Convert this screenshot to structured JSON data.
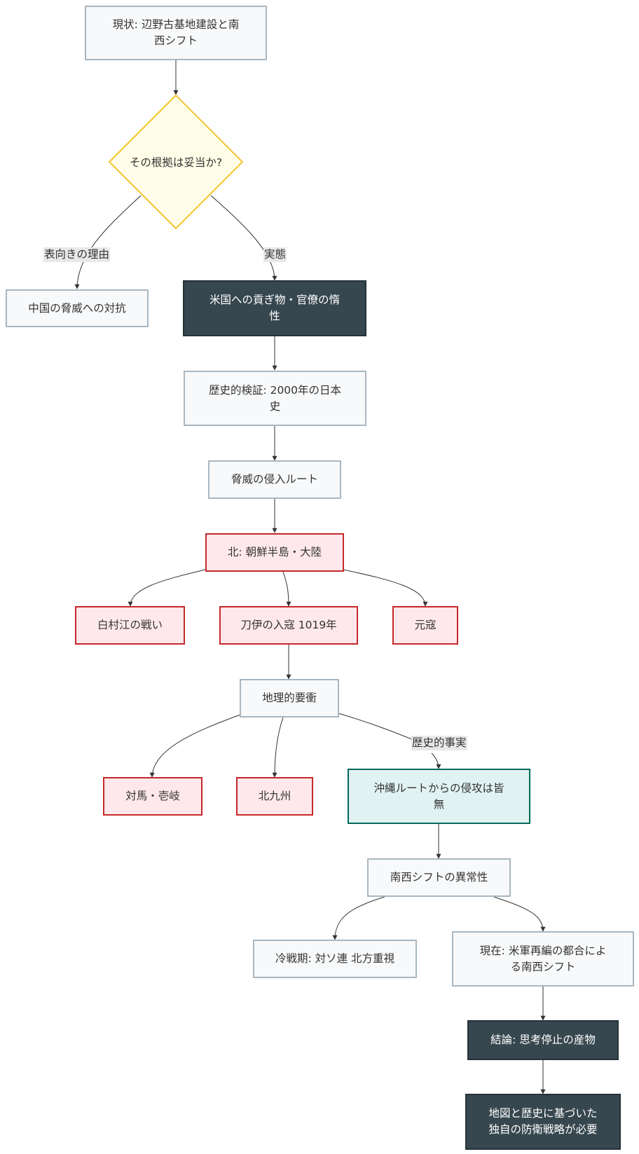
{
  "diagram": {
    "type": "flowchart",
    "colors": {
      "default_fill": "#f8f9fa",
      "default_stroke": "#a8b7c1",
      "decision_fill": "#fffde7",
      "decision_stroke": "#f4c430",
      "dark_fill": "#37474f",
      "red_fill": "#ffe8ec",
      "red_stroke": "#c62828",
      "teal_fill": "#e0f2f1",
      "teal_stroke": "#00695c",
      "edge": "#333333",
      "edge_label_bg": "#e8e8e8"
    },
    "nodes": {
      "status": "現状: 辺野古基地建設と南西シフト",
      "question": "その根拠は妥当か?",
      "official_reason": "中国の脅威への対抗",
      "reality": "米国への貢ぎ物・官僚の惰性",
      "history_check": "歴史的検証: 2000年の日本史",
      "invasion_routes": "脅威の侵入ルート",
      "north": "北: 朝鮮半島・大陸",
      "hakusonko": "白村江の戦い",
      "toi": "刀伊の入寇 1019年",
      "genko": "元寇",
      "geo_key": "地理的要衝",
      "tsushima": "対馬・壱岐",
      "kitakyushu": "北九州",
      "okinawa": "沖縄ルートからの侵攻は皆無",
      "anomaly": "南西シフトの異常性",
      "cold_war": "冷戦期: 対ソ連 北方重視",
      "present": "現在: 米軍再編の都合による南西シフト",
      "conclusion": "結論: 思考停止の産物",
      "need": "地図と歴史に基づいた独自の防衛戦略が必要"
    },
    "edge_labels": {
      "official": "表向きの理由",
      "actual": "実態",
      "fact": "歴史的事実"
    },
    "edges": [
      {
        "from": "status",
        "to": "question"
      },
      {
        "from": "question",
        "to": "official_reason",
        "label": "表向きの理由"
      },
      {
        "from": "question",
        "to": "reality",
        "label": "実態"
      },
      {
        "from": "reality",
        "to": "history_check"
      },
      {
        "from": "history_check",
        "to": "invasion_routes"
      },
      {
        "from": "invasion_routes",
        "to": "north"
      },
      {
        "from": "north",
        "to": "hakusonko"
      },
      {
        "from": "north",
        "to": "toi"
      },
      {
        "from": "north",
        "to": "genko"
      },
      {
        "from": "toi",
        "to": "geo_key"
      },
      {
        "from": "geo_key",
        "to": "tsushima"
      },
      {
        "from": "geo_key",
        "to": "kitakyushu"
      },
      {
        "from": "geo_key",
        "to": "okinawa",
        "label": "歴史的事実"
      },
      {
        "from": "okinawa",
        "to": "anomaly"
      },
      {
        "from": "anomaly",
        "to": "cold_war"
      },
      {
        "from": "anomaly",
        "to": "present"
      },
      {
        "from": "present",
        "to": "conclusion"
      },
      {
        "from": "conclusion",
        "to": "need"
      }
    ]
  }
}
